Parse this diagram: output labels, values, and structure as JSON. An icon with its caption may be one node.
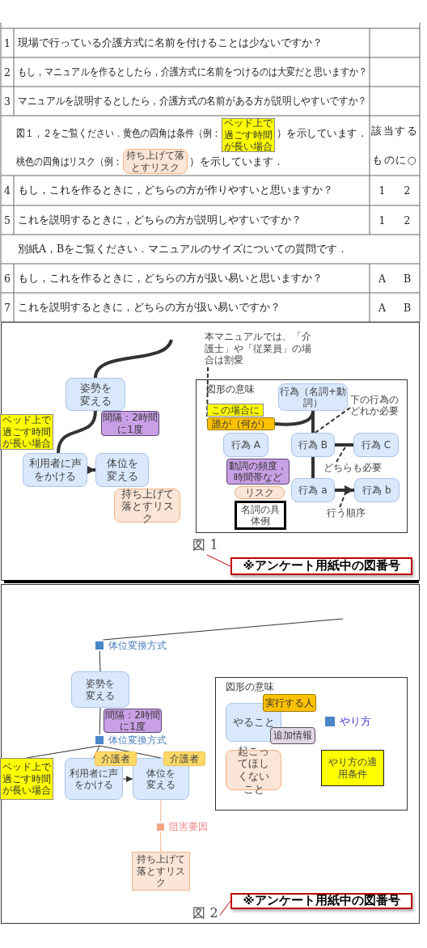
{
  "diagram": {
    "nodes": [
      {
        "text": [
          "ベッド上で過ごす時間が長い場合"
        ]
      },
      {
        "text": [
          "持ち上げて落とすリスク"
        ]
      },
      {
        "text": [
          "本マニュアルでは、「介護士」や「従業員」の場合は割愛"
        ]
      },
      {
        "text": [
          "姿勢を変える"
        ]
      },
      {
        "text": [
          "間隔：2時間に1度"
        ]
      },
      {
        "text": [
          "ベッド上で過ごす時間が長い場合"
        ]
      },
      {
        "text": [
          "利用者に声をかける"
        ]
      },
      {
        "text": [
          "体位を変える"
        ]
      },
      {
        "text": [
          "持ち上げて落とすリスク"
        ]
      },
      {
        "text": [
          "図形の意味"
        ]
      },
      {
        "text": [
          "行為（名詞+動詞）"
        ],
        "in": 9
      },
      {
        "text": [
          "下の行為のどれか必要"
        ],
        "in": 9
      },
      {
        "text": [
          "この場合に"
        ],
        "in": 9
      },
      {
        "text": [
          "誰が（何が）"
        ],
        "in": 9
      },
      {
        "text": [
          "行為 A"
        ],
        "in": 9
      },
      {
        "text": [
          "行為 B"
        ],
        "in": 9
      },
      {
        "text": [
          "行為 C"
        ],
        "in": 9
      },
      {
        "text": [
          "動詞の頻度，時間帯など"
        ],
        "in": 9
      },
      {
        "text": [
          "どちらも必要"
        ],
        "in": 9
      },
      {
        "text": [
          "リスク"
        ],
        "in": 9
      },
      {
        "text": [
          "名詞の具体例"
        ],
        "in": 9
      },
      {
        "text": [
          "行為 a"
        ],
        "in": 9
      },
      {
        "text": [
          "行為 b"
        ],
        "in": 9
      },
      {
        "text": [
          "行う順序"
        ],
        "in": 9
      },
      {
        "text": [
          "図 1"
        ]
      },
      {
        "text": [
          "※アンケート用紙中の図番号"
        ]
      },
      {
        "text": [
          "体位変換方式"
        ]
      },
      {
        "text": [
          "姿勢を変える"
        ]
      },
      {
        "text": [
          "間隔：2時間に1度"
        ]
      },
      {
        "text": [
          "体位変換方式"
        ]
      },
      {
        "text": [
          "介護者"
        ]
      },
      {
        "text": [
          "介護者"
        ]
      },
      {
        "text": [
          "ベッド上で過ごす時間が長い場合"
        ]
      },
      {
        "text": [
          "利用者に声をかける"
        ]
      },
      {
        "text": [
          "体位を変える"
        ]
      },
      {
        "text": [
          "阻害要因"
        ]
      },
      {
        "text": [
          "持ち上げて落とすリスク"
        ]
      },
      {
        "text": [
          "図形の意味"
        ]
      },
      {
        "text": [
          "実行する人"
        ],
        "in": 37
      },
      {
        "text": [
          "やること"
        ],
        "in": 37
      },
      {
        "text": [
          "やり方"
        ],
        "in": 37
      },
      {
        "text": [
          "追加情報"
        ],
        "in": 37
      },
      {
        "text": [
          "起こってほしくないこと"
        ],
        "in": 37
      },
      {
        "text": [
          "やり方の適用条件"
        ],
        "in": 37
      },
      {
        "text": [
          "図 2"
        ]
      },
      {
        "text": [
          "※アンケート用紙中の図番号"
        ]
      }
    ],
    "edges": [
      {
        "from": null,
        "to": 3,
        "arrow": "none",
        "style": "thick"
      },
      {
        "from": 3,
        "to": 6,
        "arrow": "none",
        "style": "thick"
      },
      {
        "from": 6,
        "to": 7,
        "arrow": "to",
        "style": "thick"
      },
      {
        "from": 2,
        "to": 13,
        "arrow": "none",
        "style": "dashed"
      },
      {
        "from": 13,
        "to": 10,
        "arrow": "none",
        "style": "thick"
      },
      {
        "from": 10,
        "to": 15,
        "arrow": "none",
        "style": "thick"
      },
      {
        "from": 15,
        "to": 21,
        "arrow": "none",
        "style": "thick"
      },
      {
        "from": 15,
        "to": 16,
        "arrow": "none",
        "style": "thick"
      },
      {
        "from": 21,
        "to": 22,
        "arrow": "to",
        "style": "thick"
      },
      {
        "from": 11,
        "to": 15,
        "arrow": "none",
        "style": "dashed"
      },
      {
        "from": 18,
        "to": null,
        "arrow": "none",
        "style": "dashed"
      },
      {
        "from": 23,
        "to": null,
        "arrow": "none",
        "style": "dashed"
      },
      {
        "from": 25,
        "to": 24,
        "arrow": "none",
        "color": "#c00000"
      },
      {
        "from": null,
        "to": 26,
        "arrow": "none"
      },
      {
        "from": 26,
        "to": 27,
        "arrow": "none"
      },
      {
        "from": 27,
        "to": 29,
        "arrow": "none"
      },
      {
        "from": 29,
        "to": 32,
        "arrow": "none"
      },
      {
        "from": 29,
        "to": 33,
        "arrow": "none"
      },
      {
        "from": 29,
        "to": 34,
        "arrow": "none"
      },
      {
        "from": 33,
        "to": 34,
        "arrow": "to"
      },
      {
        "from": 34,
        "to": 35,
        "arrow": "none",
        "color": "#f4b183"
      },
      {
        "from": 35,
        "to": 36,
        "arrow": "none",
        "color": "#f4b183"
      },
      {
        "from": 45,
        "to": 44,
        "arrow": "none",
        "color": "#c00000"
      }
    ],
    "labels": [
      "1",
      "現場で行っている介護方式に名前を付けることは少ないですか？",
      "2",
      "もし，マニュアルを作るとしたら，介護方式に名前をつけるのは大変だと思いますか？",
      "3",
      "マニュアルを説明するとしたら，介護方式の名前がある方が説明しやすいですか？",
      "図１，２をご覧ください．黄色の四角は条件（例：",
      "）を示しています．",
      "該当するものに○",
      "桃色の四角はリスク（例：",
      "）を示しています．",
      "4",
      "もし，これを作るときに，どちらの方が作りやすいと思いますか？",
      "1",
      "2",
      "5",
      "これを説明するときに，どちらの方が説明しやすいですか？",
      "1",
      "2",
      "別紙A，Bをご覧ください．マニュアルのサイズについての質問です．",
      "6",
      "もし，これを作るときに，どちらの方が扱い易いと思いますか？",
      "A",
      "B",
      "7",
      "これを説明するときに，どちらの方が扱い易いですか？",
      "A",
      "B"
    ]
  }
}
